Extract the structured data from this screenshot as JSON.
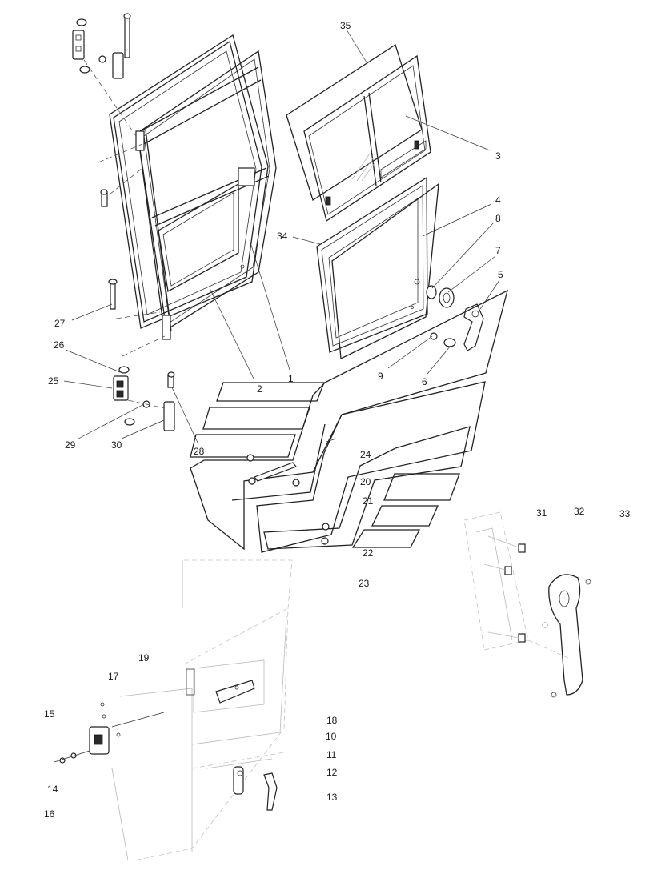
{
  "diagram": {
    "callouts": [
      "35",
      "3",
      "4",
      "8",
      "34",
      "7",
      "5",
      "27",
      "26",
      "1",
      "9",
      "25",
      "2",
      "6",
      "29",
      "30",
      "28",
      "24",
      "20",
      "21",
      "22",
      "23",
      "31",
      "32",
      "33",
      "19",
      "17",
      "15",
      "18",
      "10",
      "11",
      "12",
      "14",
      "13",
      "16"
    ]
  }
}
